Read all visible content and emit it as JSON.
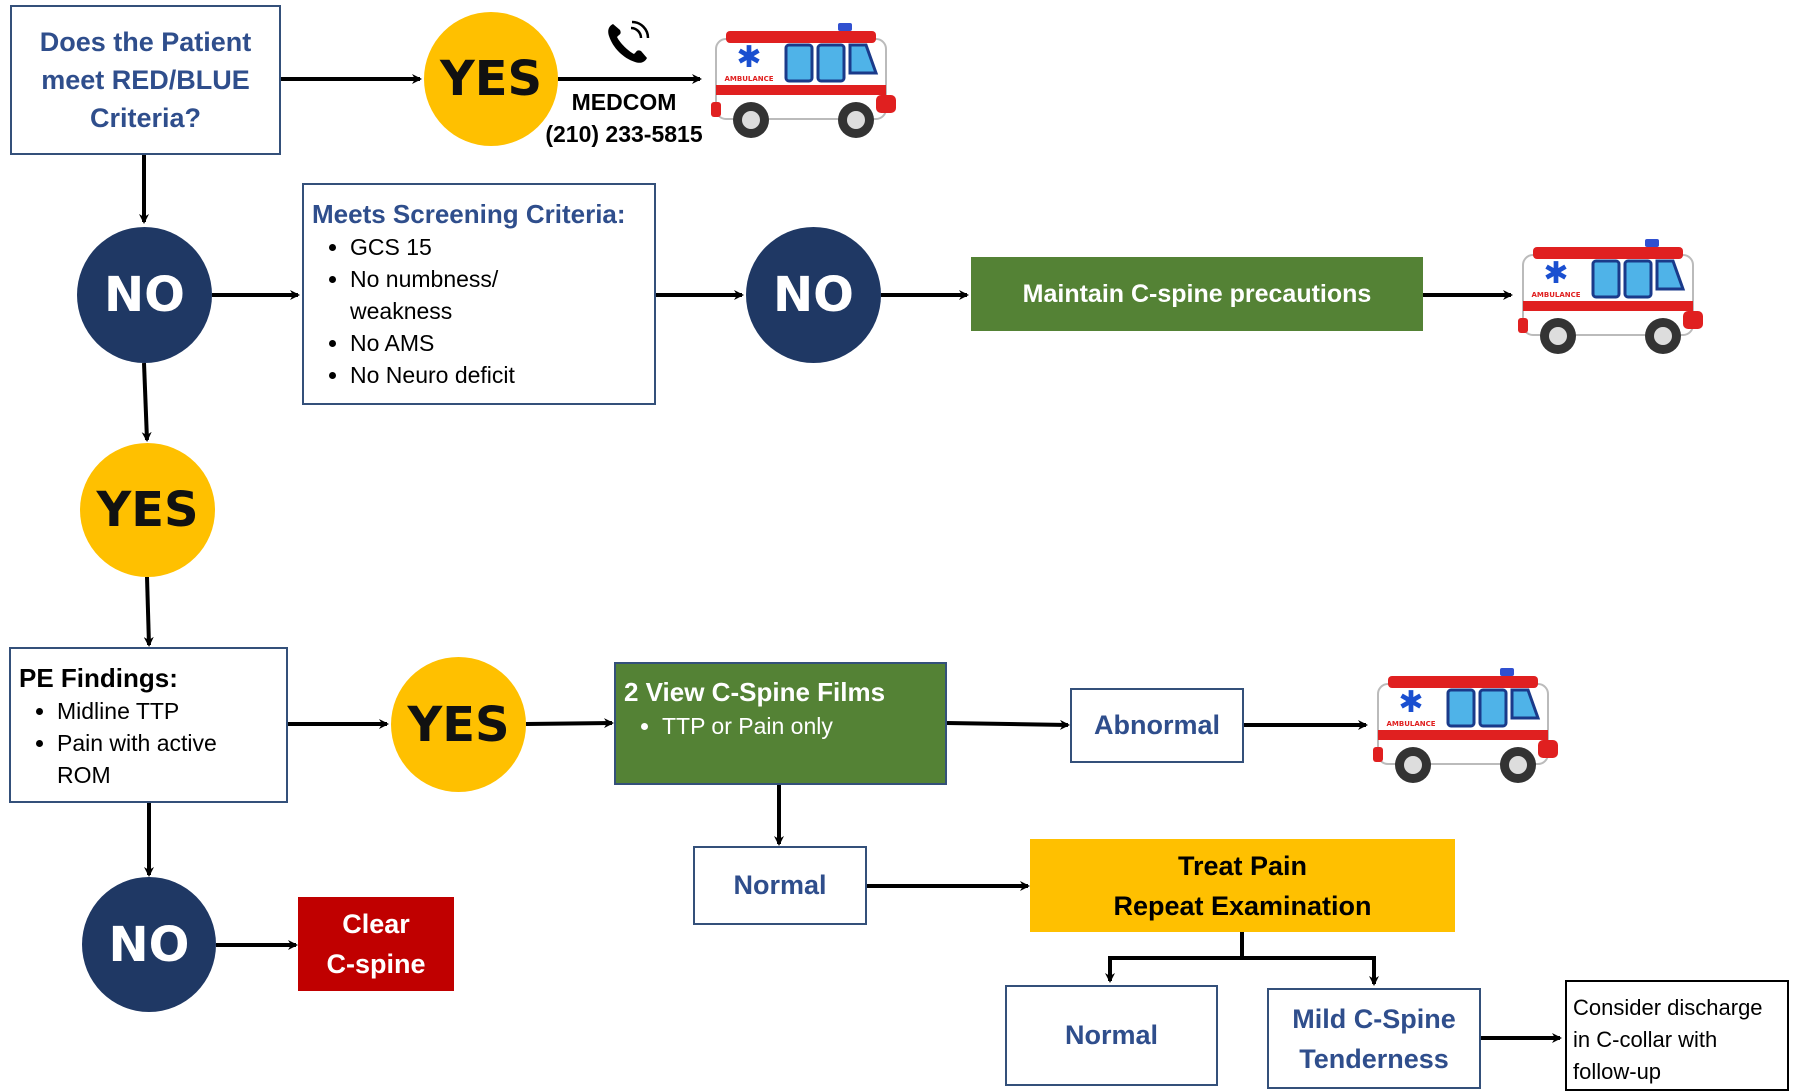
{
  "start": {
    "text": [
      "Does the Patient",
      "meet RED/BLUE",
      "Criteria?"
    ]
  },
  "yes_label": "YES",
  "no_label": "NO",
  "medcom": {
    "name": "MEDCOM",
    "phone": "(210) 233-5815"
  },
  "ambulance_text": "AMBULANCE",
  "screening": {
    "title": "Meets Screening Criteria:",
    "items": [
      "GCS 15",
      "No numbness/ weakness",
      "No AMS",
      "No Neuro deficit"
    ]
  },
  "maintain": "Maintain C-spine precautions",
  "pe": {
    "title": "PE Findings:",
    "items": [
      "Midline TTP",
      "Pain with active ROM"
    ]
  },
  "films": {
    "title": "2 View C-Spine Films",
    "items": [
      "TTP or Pain only"
    ]
  },
  "abnormal": "Abnormal",
  "normal": "Normal",
  "clear": [
    "Clear",
    "C-spine"
  ],
  "treat": [
    "Treat Pain",
    "Repeat Examination"
  ],
  "normal2": "Normal",
  "mild": [
    "Mild C-Spine",
    "Tenderness"
  ],
  "discharge": [
    "Consider discharge",
    "in C-collar with",
    "follow-up"
  ],
  "colors": {
    "yes": "#ffc000",
    "no": "#1f3864",
    "green": "#548235",
    "red": "#c00000",
    "blue_text": "#2f4e8c"
  }
}
